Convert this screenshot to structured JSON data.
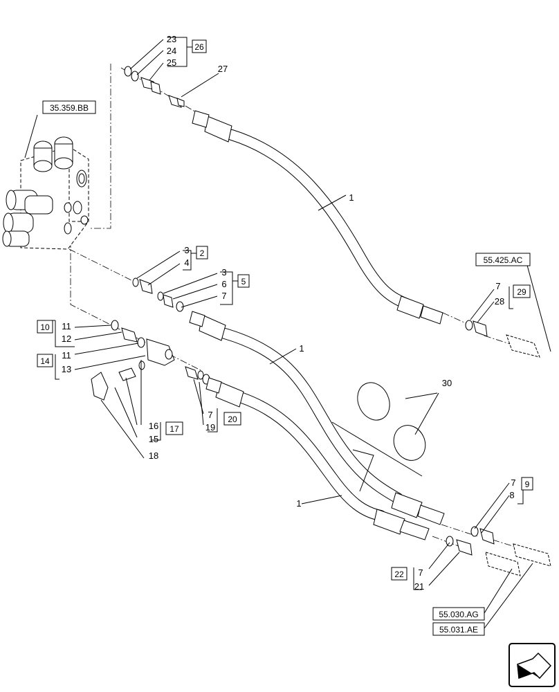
{
  "references": {
    "r1": "35.359.BB",
    "r2": "55.425.AC",
    "r3": "55.030.AG",
    "r4": "55.031.AE"
  },
  "kits": {
    "k26": "26",
    "k2": "2",
    "k5": "5",
    "k10": "10",
    "k14": "14",
    "k17": "17",
    "k20": "20",
    "k29": "29",
    "k9": "9",
    "k22": "22"
  },
  "callouts": {
    "c23": "23",
    "c24": "24",
    "c25": "25",
    "c27": "27",
    "c1a": "1",
    "c1b": "1",
    "c1c": "1",
    "c3a": "3",
    "c4": "4",
    "c3b": "3",
    "c6": "6",
    "c7a": "7",
    "c11a": "11",
    "c12": "12",
    "c11b": "11",
    "c13": "13",
    "c16": "16",
    "c15": "15",
    "c18": "18",
    "c7b": "7",
    "c19": "19",
    "c7c": "7",
    "c28": "28",
    "c30": "30",
    "c7d": "7",
    "c8": "8",
    "c7e": "7",
    "c21": "21"
  },
  "nav": {
    "icon": "next-page-arrow-icon"
  }
}
